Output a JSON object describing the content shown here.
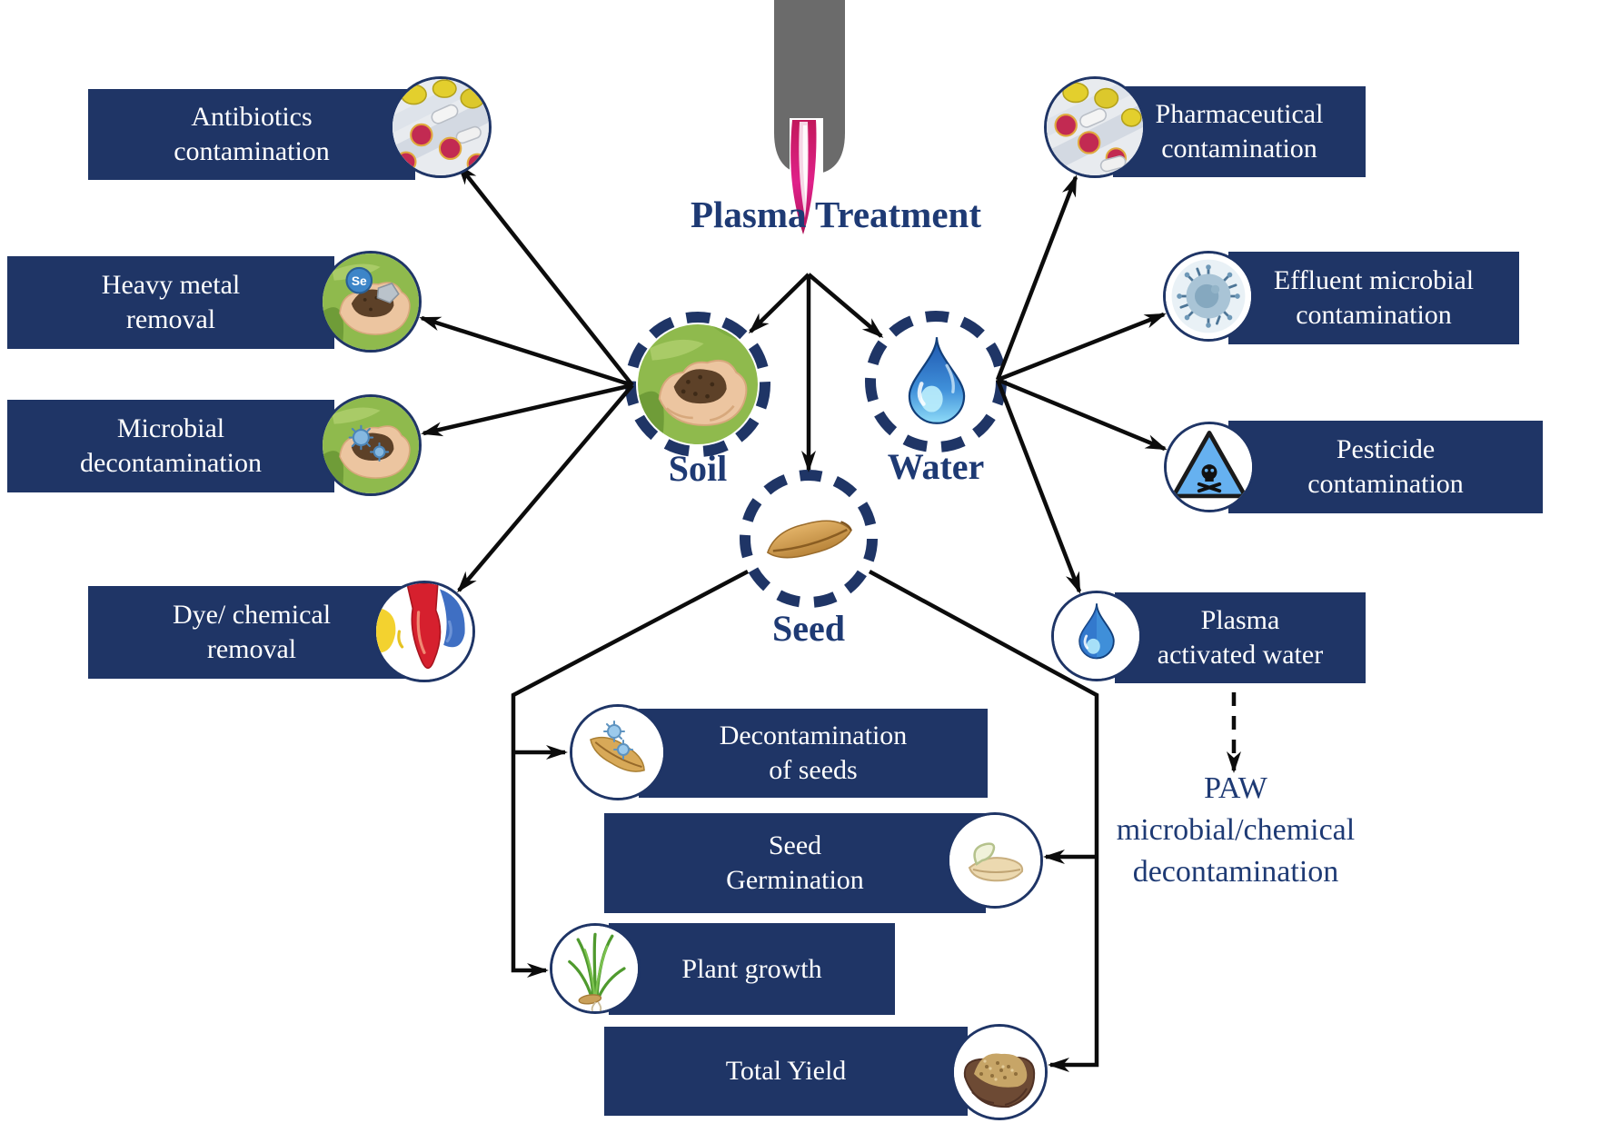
{
  "title": "Plasma Treatment",
  "hubs": {
    "soil": {
      "label": "Soil"
    },
    "water": {
      "label": "Water"
    },
    "seed": {
      "label": "Seed"
    }
  },
  "boxes": {
    "antibiotics": {
      "line1": "Antibiotics",
      "line2": "contamination"
    },
    "heavy_metal": {
      "line1": "Heavy metal",
      "line2": "removal"
    },
    "microbial": {
      "line1": "Microbial",
      "line2": "decontamination"
    },
    "dye": {
      "line1": "Dye/ chemical",
      "line2": "removal"
    },
    "pharmaceutical": {
      "line1": "Pharmaceutical",
      "line2": "contamination"
    },
    "effluent": {
      "line1": "Effluent microbial",
      "line2": "contamination"
    },
    "pesticide": {
      "line1": "Pesticide",
      "line2": "contamination"
    },
    "paw": {
      "line1": "Plasma",
      "line2": "activated water"
    },
    "decontamination_seeds": {
      "line1": "Decontamination",
      "line2": "of seeds"
    },
    "seed_germination": {
      "line1": "Seed",
      "line2": "Germination"
    },
    "plant_growth": {
      "line1": "Plant growth"
    },
    "total_yield": {
      "line1": "Total Yield"
    }
  },
  "paw_note": {
    "line1": "PAW",
    "line2": "microbial/chemical",
    "line3": "decontamination"
  },
  "badges": {
    "heavy_metal_element": "Se"
  },
  "icons": {
    "soil_hub": "soil-in-hands-icon",
    "water_hub": "water-drop-icon",
    "seed_hub": "seed-icon",
    "antibiotics": "pills-blister-icon",
    "heavy_metal": "soil-hands-selenium-icon",
    "microbial": "soil-hands-microbes-icon",
    "dye": "dye-splash-icon",
    "pharmaceutical": "pills-blister-icon",
    "effluent": "virus-icon",
    "pesticide": "poison-warning-icon",
    "paw": "water-drop-icon",
    "decontamination_seeds": "seed-microbes-icon",
    "seed_germination": "germinating-seed-icon",
    "plant_growth": "seedling-icon",
    "total_yield": "grain-in-hands-icon"
  },
  "colors": {
    "box_bg": "#1f3566",
    "box_text": "#ffffff",
    "title_text": "#1e3a74",
    "arrow": "#0c0c0c",
    "hub_ring": "#1f3566",
    "torch_body": "#6b6b6b",
    "plasma_flame": "#d81b7c"
  }
}
